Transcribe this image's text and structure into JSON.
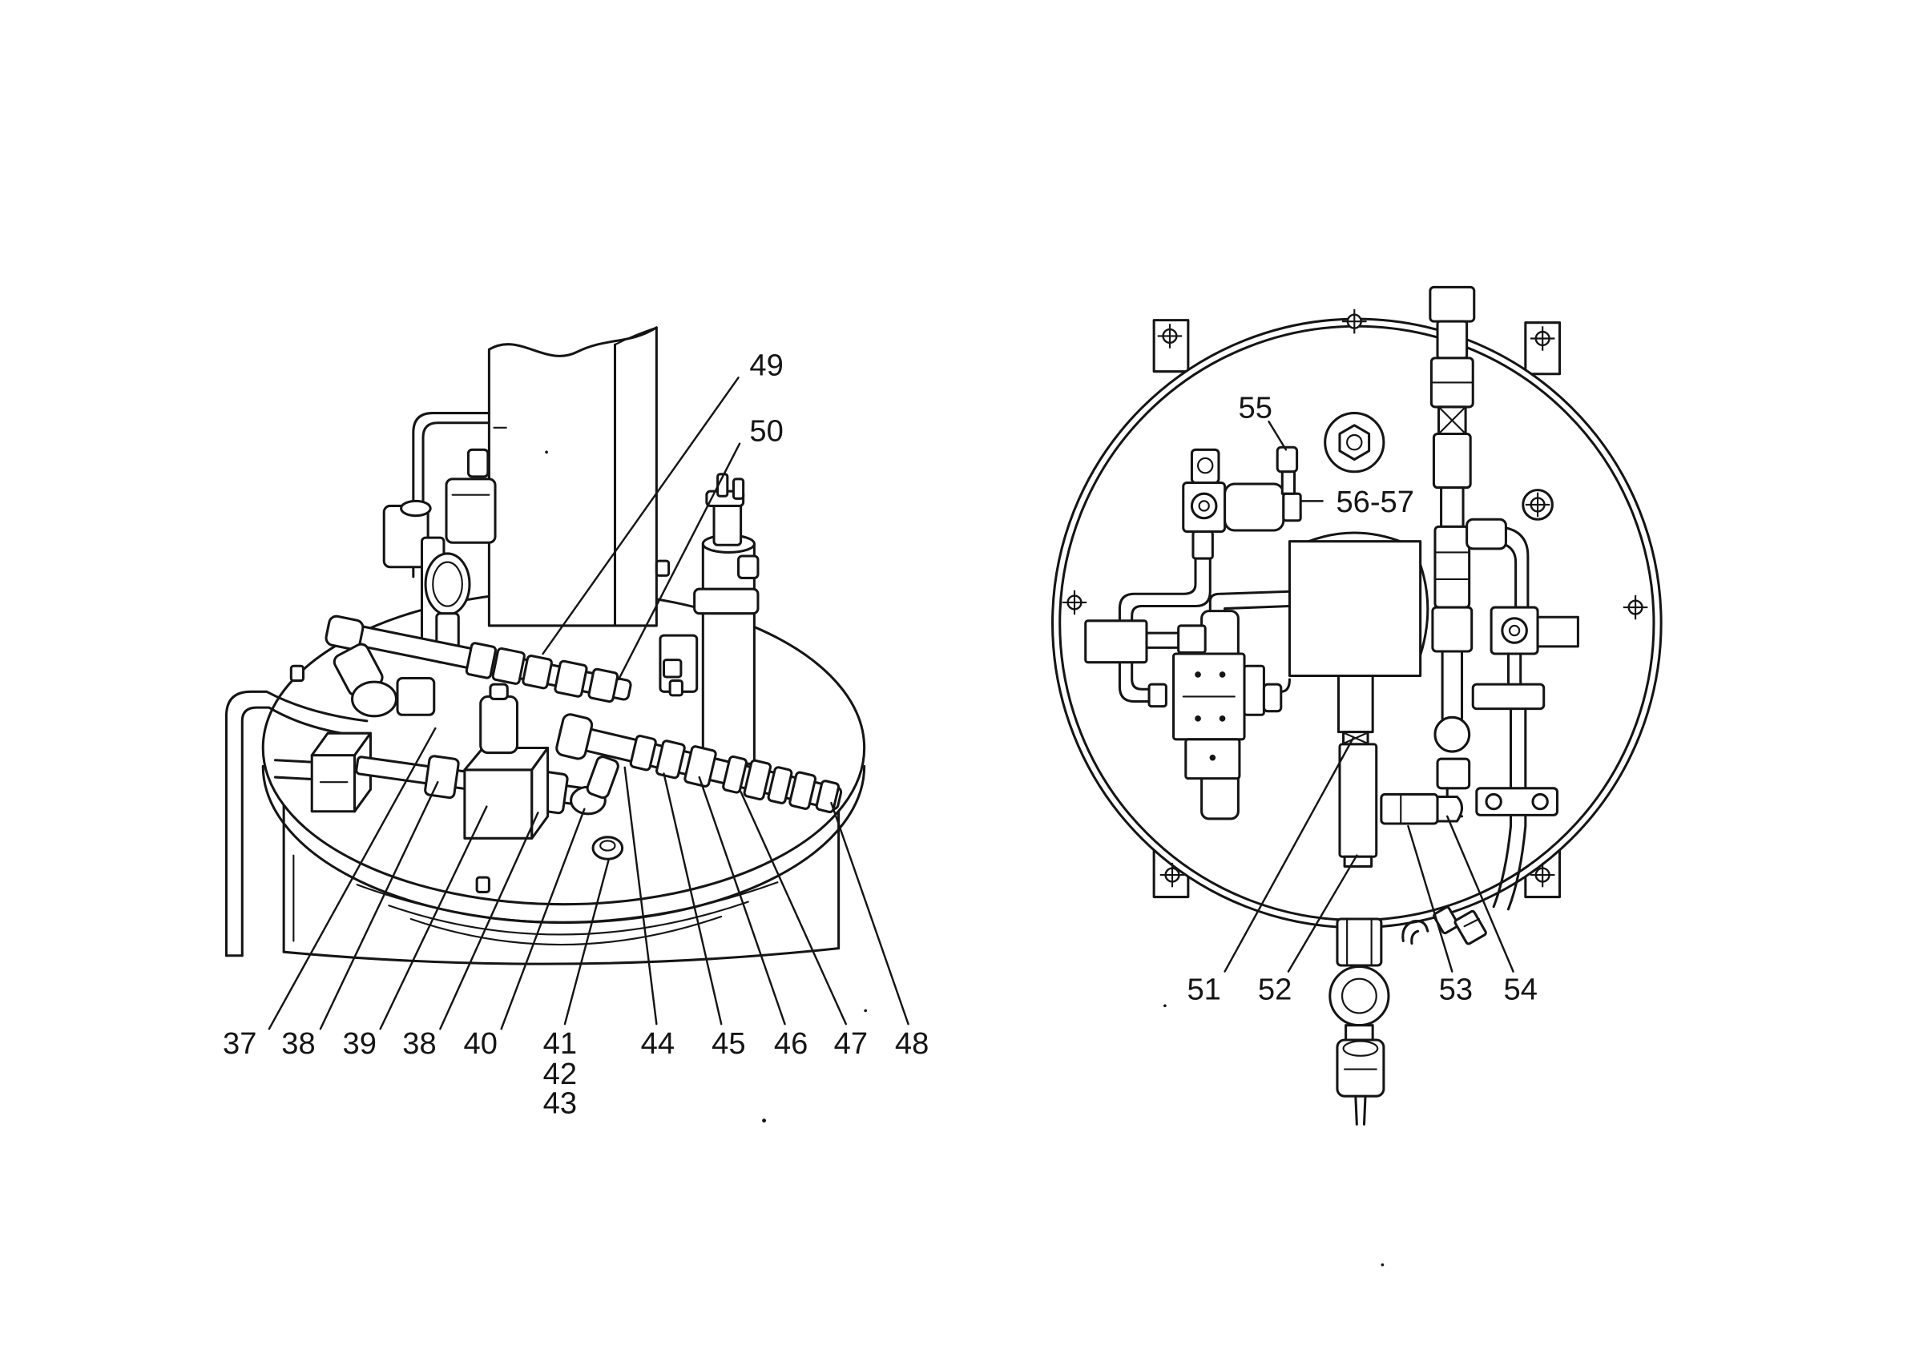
{
  "left_view": {
    "callouts": [
      "37",
      "38",
      "39",
      "38",
      "40",
      "41",
      "42",
      "43",
      "44",
      "45",
      "46",
      "47",
      "48",
      "49",
      "50"
    ]
  },
  "right_view": {
    "callouts": [
      "51",
      "52",
      "53",
      "54",
      "55",
      "56-57"
    ]
  }
}
